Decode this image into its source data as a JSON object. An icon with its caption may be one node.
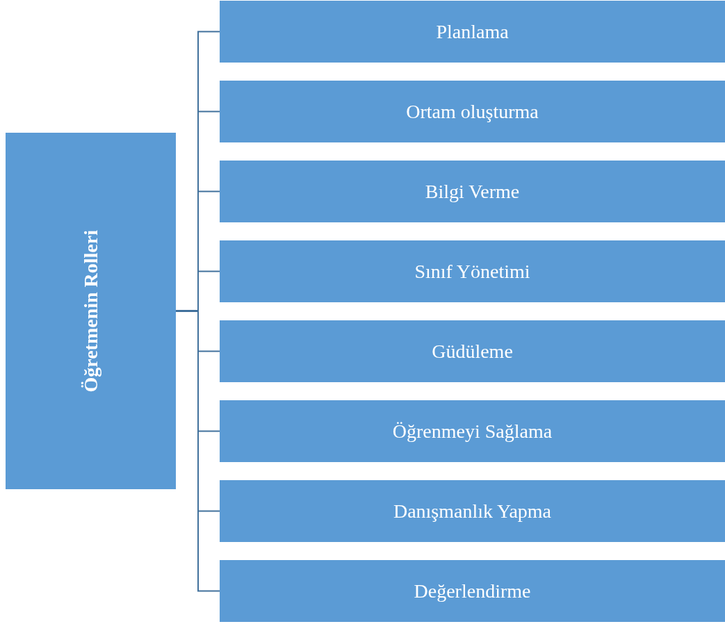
{
  "diagram": {
    "nodes": [
      {
        "text": [
          "Öğretmenin Rolleri"
        ]
      },
      {
        "text": [
          "Planlama"
        ]
      },
      {
        "text": [
          "Ortam oluşturma"
        ]
      },
      {
        "text": [
          "Bilgi Verme"
        ]
      },
      {
        "text": [
          "Sınıf Yönetimi"
        ]
      },
      {
        "text": [
          "Güdüleme"
        ]
      },
      {
        "text": [
          "Öğrenmeyi Sağlama"
        ]
      },
      {
        "text": [
          "Danışmanlık Yapma"
        ]
      },
      {
        "text": [
          "Değerlendirme"
        ]
      }
    ],
    "edges": [
      {
        "from": 0,
        "to": 1,
        "arrow": "none"
      },
      {
        "from": 0,
        "to": 2,
        "arrow": "none"
      },
      {
        "from": 0,
        "to": 3,
        "arrow": "none"
      },
      {
        "from": 0,
        "to": 4,
        "arrow": "none"
      },
      {
        "from": 0,
        "to": 5,
        "arrow": "none"
      },
      {
        "from": 0,
        "to": 6,
        "arrow": "none"
      },
      {
        "from": 0,
        "to": 7,
        "arrow": "none"
      },
      {
        "from": 0,
        "to": 8,
        "arrow": "none"
      }
    ]
  }
}
